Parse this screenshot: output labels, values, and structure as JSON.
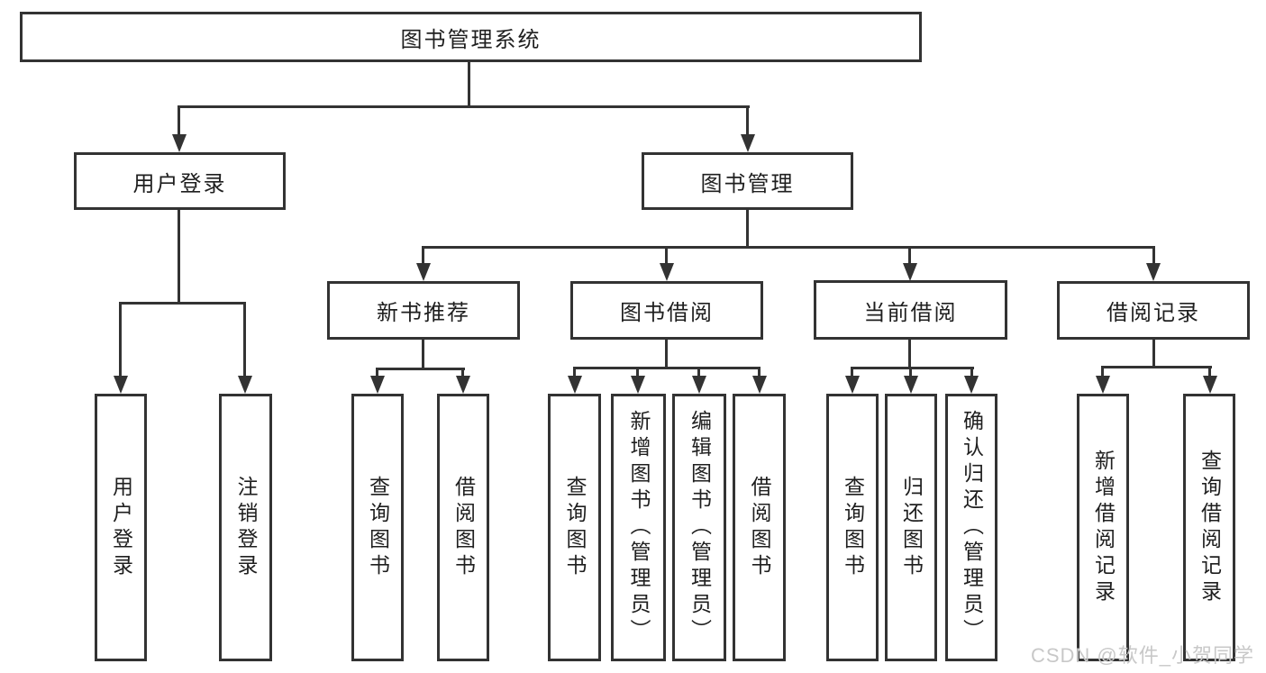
{
  "diagram": {
    "title": "图书管理系统",
    "colors": {
      "line": "#333333",
      "text": "#1f1f1f",
      "watermark": "#c8c8c8",
      "background": "#ffffff"
    },
    "root": {
      "label": "图书管理系统"
    },
    "level2": [
      {
        "id": "user-login",
        "label": "用户登录"
      },
      {
        "id": "book-management",
        "label": "图书管理"
      }
    ],
    "level3": [
      {
        "id": "new-book-recommend",
        "label": "新书推荐",
        "parent": "book-management"
      },
      {
        "id": "book-borrowing",
        "label": "图书借阅",
        "parent": "book-management"
      },
      {
        "id": "current-borrowing",
        "label": "当前借阅",
        "parent": "book-management"
      },
      {
        "id": "borrowing-records",
        "label": "借阅记录",
        "parent": "book-management"
      }
    ],
    "leaves": {
      "user_login": [
        {
          "label": "用户登录"
        },
        {
          "label": "注销登录"
        }
      ],
      "new_book_recommend": [
        {
          "label": "查询图书"
        },
        {
          "label": "借阅图书"
        }
      ],
      "book_borrowing": [
        {
          "label": "查询图书"
        },
        {
          "label": "新增图书（管理员）"
        },
        {
          "label": "编辑图书（管理员）"
        },
        {
          "label": "借阅图书"
        }
      ],
      "current_borrowing": [
        {
          "label": "查询图书"
        },
        {
          "label": "归还图书"
        },
        {
          "label": "确认归还（管理员）"
        }
      ],
      "borrowing_records": [
        {
          "label": "新增借阅记录"
        },
        {
          "label": "查询借阅记录"
        }
      ]
    }
  },
  "watermark": {
    "text": "CSDN @软件_小贺同学"
  }
}
